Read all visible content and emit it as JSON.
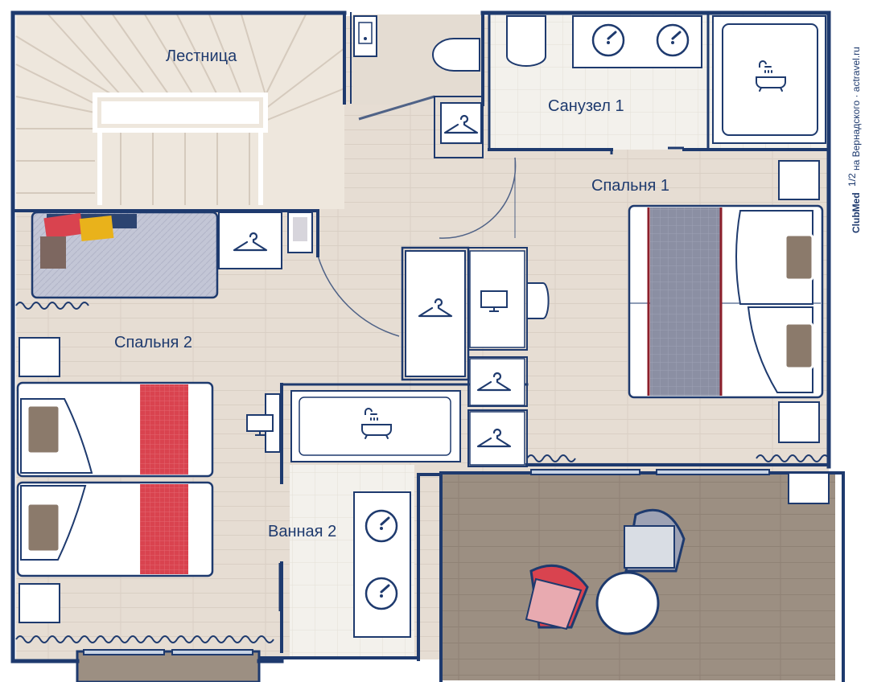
{
  "floorplan": {
    "rooms": {
      "staircase": "Лестница",
      "bathroom1": "Санузел 1",
      "bedroom1": "Спальня 1",
      "bedroom2": "Спальня 2",
      "bathroom2": "Ванная 2"
    },
    "watermark": {
      "brand": "ClubMed",
      "brand_mark": "1/2",
      "caption": "на Вернадского  ·  actravel.ru"
    },
    "icons": [
      "hanger-icon",
      "tv-icon",
      "bathtub-icon",
      "sink-icon",
      "toilet-icon",
      "shower-icon"
    ],
    "colors": {
      "wall": "#1e3a6e",
      "floor": "#e6ddd3",
      "tile": "#f3f1ec",
      "terrace": "#9c8f82",
      "accent_red": "#d9434f",
      "bed_runner_grey": "#8b8fa3"
    }
  }
}
